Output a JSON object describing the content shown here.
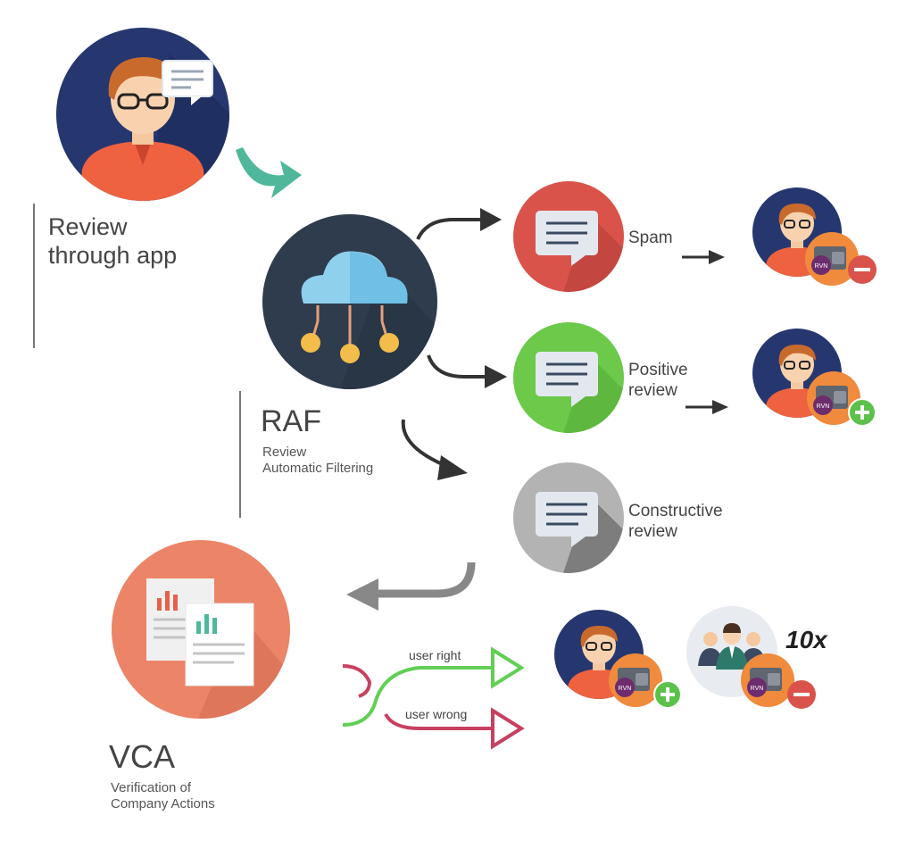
{
  "review": {
    "title_line1": "Review",
    "title_line2": "through app"
  },
  "raf": {
    "acronym": "RAF",
    "desc_line1": "Review",
    "desc_line2": "Automatic Filtering"
  },
  "spam": {
    "label": "Spam"
  },
  "positive": {
    "label_line1": "Positive",
    "label_line2": "review"
  },
  "constructive": {
    "label_line1": "Constructive",
    "label_line2": "review"
  },
  "vca": {
    "acronym": "VCA",
    "desc_line1": "Verification of",
    "desc_line2": "Company Actions"
  },
  "branches": {
    "right_label": "user right",
    "wrong_label": "user wrong"
  },
  "token": {
    "label": "RVN"
  },
  "multiplier": {
    "label": "10x"
  },
  "colors": {
    "navy": "#263770",
    "dark_slate": "#2f3c4e",
    "spam_red": "#d9534a",
    "positive_green": "#6cc94a",
    "constructive_gray": "#b3b3b3",
    "vca_salmon": "#ec8468",
    "teal_arrow": "#4fb89a",
    "right_green": "#62cf55",
    "wrong_red": "#c84060"
  }
}
